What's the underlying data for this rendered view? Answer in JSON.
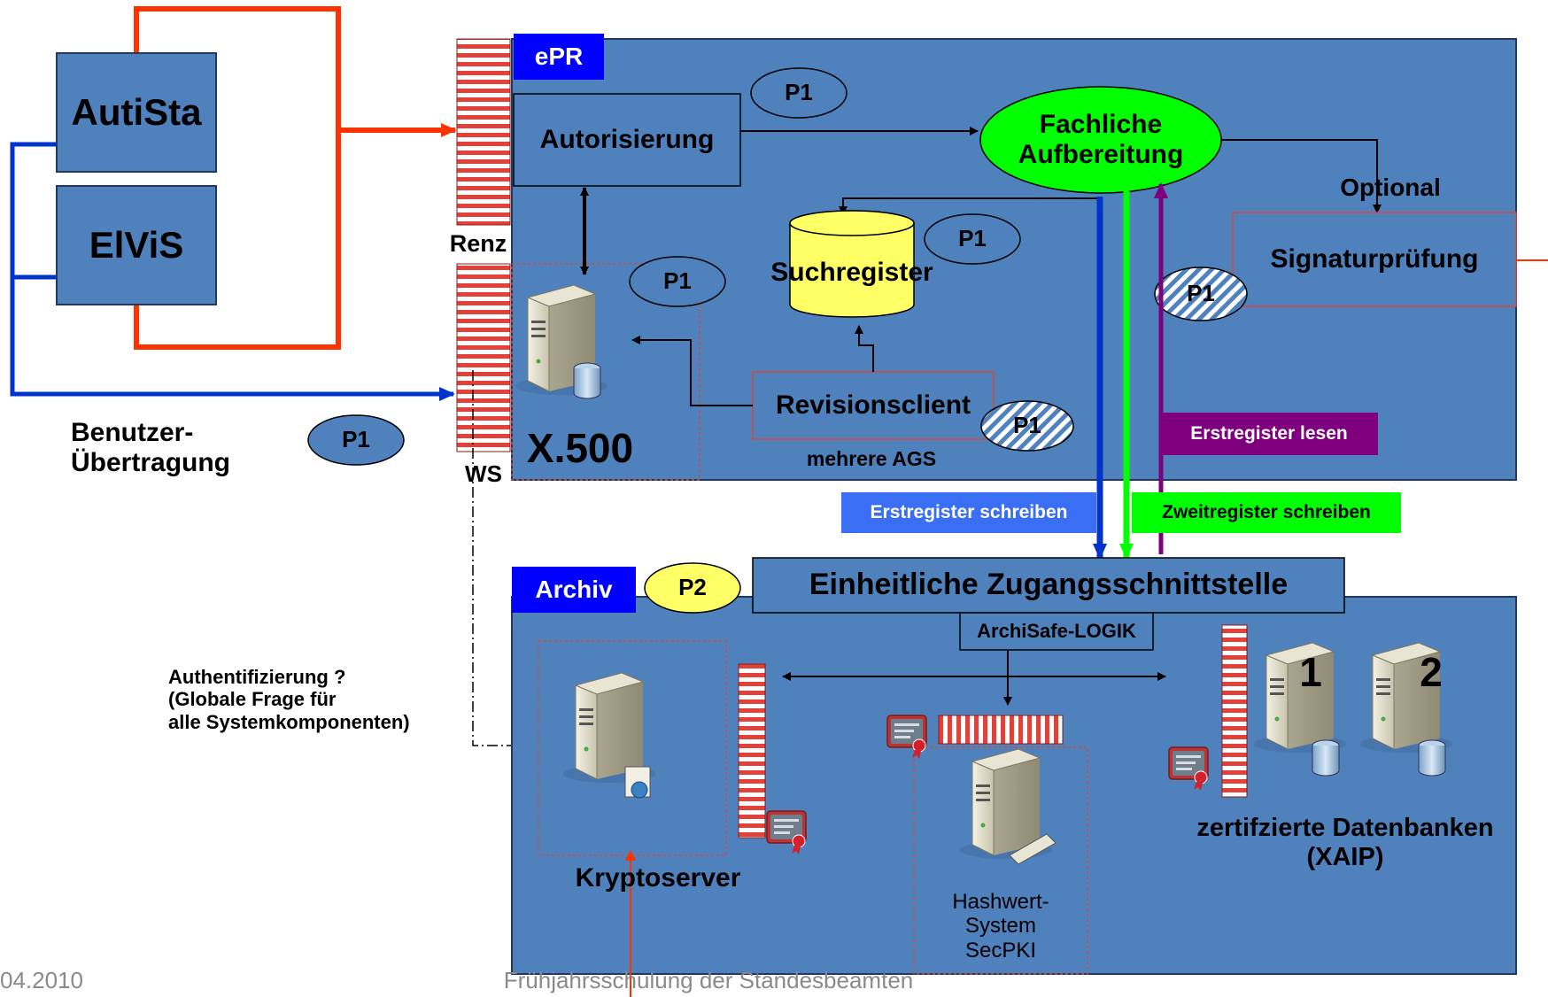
{
  "colors": {
    "panel": "#4F81BD",
    "title_tag": "#0000FF",
    "red_line": "#FF3300",
    "blue_line": "#0033CC",
    "green": "#00FF00",
    "purple": "#7F007F",
    "yellow": "#FFFF66",
    "light_blue_label": "#3A6FF5"
  },
  "external": {
    "autista": "AutiSta",
    "elvis": "ElViS",
    "benutzer_uebertragung": "Benutzer-\nÜbertragung",
    "p1": "P1",
    "authentifizierung": "Authentifizierung ?\n(Globale Frage für\nalle Systemkomponenten)"
  },
  "gateways": {
    "renz": "Renz",
    "ws": "WS"
  },
  "epr": {
    "title": "ePR",
    "autorisierung": "Autorisierung",
    "fachliche_aufbereitung": "Fachliche\nAufbereitung",
    "optional": "Optional",
    "signaturpruefung": "Signaturprüfung",
    "suchregister": "Suchregister",
    "revisionsclient": "Revisionsclient",
    "mehrere_ags": "mehrere AGS",
    "x500": "X.500",
    "p1_autorisierung": "P1",
    "p1_x500": "P1",
    "p1_suchregister": "P1",
    "p1_revisionsclient": "P1",
    "p1_signatur": "P1",
    "erstregister_lesen": "Erstregister lesen"
  },
  "flows": {
    "erstregister_schreiben": "Erstregister schreiben",
    "zweitregister_schreiben": "Zweitregister schreiben"
  },
  "archiv": {
    "title": "Archiv",
    "p2": "P2",
    "zugangsschnittstelle": "Einheitliche Zugangsschnittstelle",
    "archisafe_logik": "ArchiSafe-LOGIK",
    "kryptoserver": "Kryptoserver",
    "hashwert_system": "Hashwert-\nSystem\nSecPKI",
    "db1": "1",
    "db2": "2",
    "zertifizierte_datenbanken": "zertifzierte Datenbanken\n(XAIP)"
  },
  "footer": {
    "date": "04.2010",
    "event": "Frühjahrsschulung der Standesbeamten"
  }
}
